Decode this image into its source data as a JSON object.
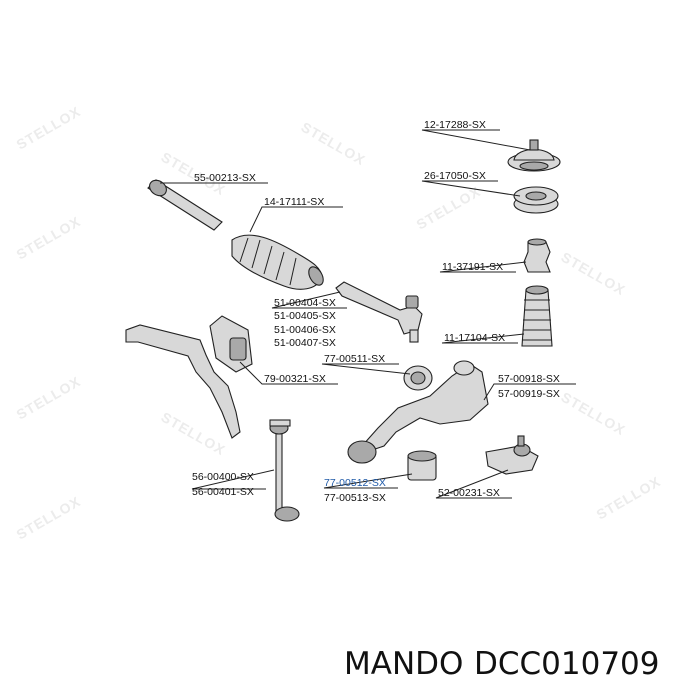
{
  "watermark": {
    "text": "STELLOX"
  },
  "labels": {
    "p55_00213": "55-00213-SX",
    "p14_17111": "14-17111-SX",
    "p12_17288": "12-17288-SX",
    "p26_17050": "26-17050-SX",
    "p11_37191": "11-37191-SX",
    "p11_17104": "11-17104-SX",
    "p51_00404": "51-00404-SX",
    "p51_00405": "51-00405-SX",
    "p51_00406": "51-00406-SX",
    "p51_00407": "51-00407-SX",
    "p77_00511": "77-00511-SX",
    "p79_00321": "79-00321-SX",
    "p57_00918": "57-00918-SX",
    "p57_00919": "57-00919-SX",
    "p56_00400": "56-00400-SX",
    "p56_00401": "56-00401-SX",
    "p77_00512": "77-00512-SX",
    "p77_00513": "77-00513-SX",
    "p52_00231": "52-00231-SX"
  },
  "colors": {
    "highlight_label": "#1f5aa8"
  },
  "footer": {
    "brand": "MANDO",
    "part_number": "DCC010709"
  }
}
